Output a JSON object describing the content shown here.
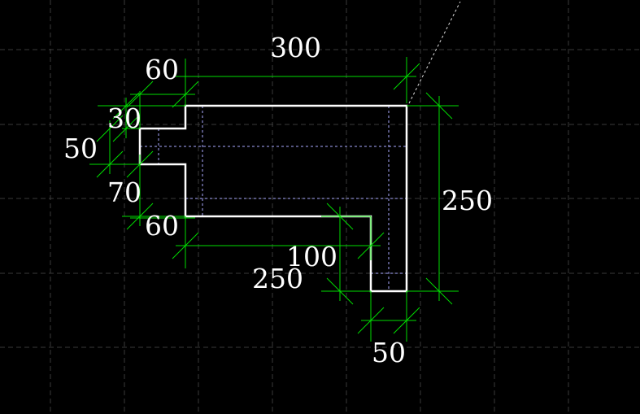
{
  "colors": {
    "background": "#000000",
    "grid": "#3a3a3a",
    "outline": "#ffffff",
    "hidden_line": "#aaaaff",
    "dimension": "#00dd00",
    "text": "#ffffff"
  },
  "dimensions": {
    "top_width": "300",
    "top_left_width": "60",
    "upper_step": "30",
    "notch_height": "50",
    "lower_step": "70",
    "bottom_left_width": "60",
    "leg_height": "100",
    "bottom_width": "250",
    "right_height": "250",
    "leg_width": "50"
  }
}
